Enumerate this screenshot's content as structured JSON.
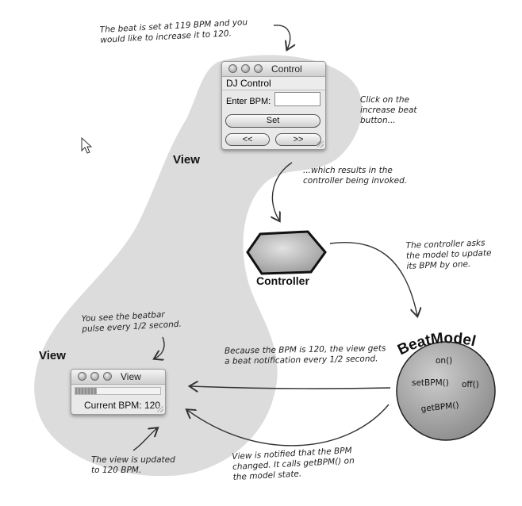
{
  "notes": {
    "beat_set": "The beat is set at 119 BPM and you\nwould like to increase it to 120.",
    "click_increase": "Click on the\nincrease beat\nbutton...",
    "controller_invoked": "...which results in the\ncontroller being invoked.",
    "controller_asks": "The controller asks\nthe model to update\nits BPM by one.",
    "beatbar_pulse": "You see the beatbar\npulse every 1/2 second.",
    "beat_notification": "Because the BPM is 120, the view gets\na beat notification every 1/2 second.",
    "view_updated": "The view is updated\nto 120 BPM.",
    "view_notified": "View is notified that the BPM\nchanged.  It calls getBPM() on\nthe model state."
  },
  "labels": {
    "view_top": "View",
    "view_bottom": "View",
    "controller": "Controller",
    "beat_model": "BeatModel"
  },
  "control_window": {
    "title": "Control",
    "heading": "DJ Control",
    "bpm_label": "Enter BPM:",
    "bpm_value": "",
    "set_button": "Set",
    "decrease_button": "<<",
    "increase_button": ">>"
  },
  "view_window": {
    "title": "View",
    "current_bpm": "Current BPM: 120",
    "beatbar_level": 0.25
  },
  "model_methods": [
    "on()",
    "setBPM()",
    "off()",
    "getBPM()"
  ],
  "colors": {
    "blob": "#dcdcdc",
    "controller_fill": "#b8b8b8",
    "model_fill": "#a9a9a9"
  }
}
